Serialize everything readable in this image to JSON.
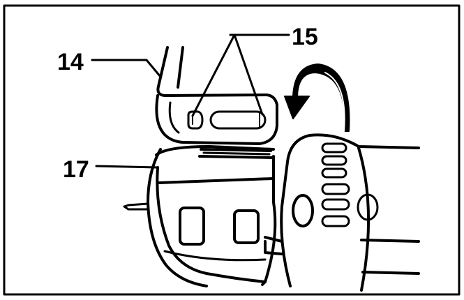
{
  "figure": {
    "callouts": [
      {
        "id": "14",
        "label": "14"
      },
      {
        "id": "15",
        "label": "15"
      },
      {
        "id": "17",
        "label": "17"
      }
    ],
    "colors": {
      "ink": "#000000",
      "paper": "#ffffff"
    }
  }
}
